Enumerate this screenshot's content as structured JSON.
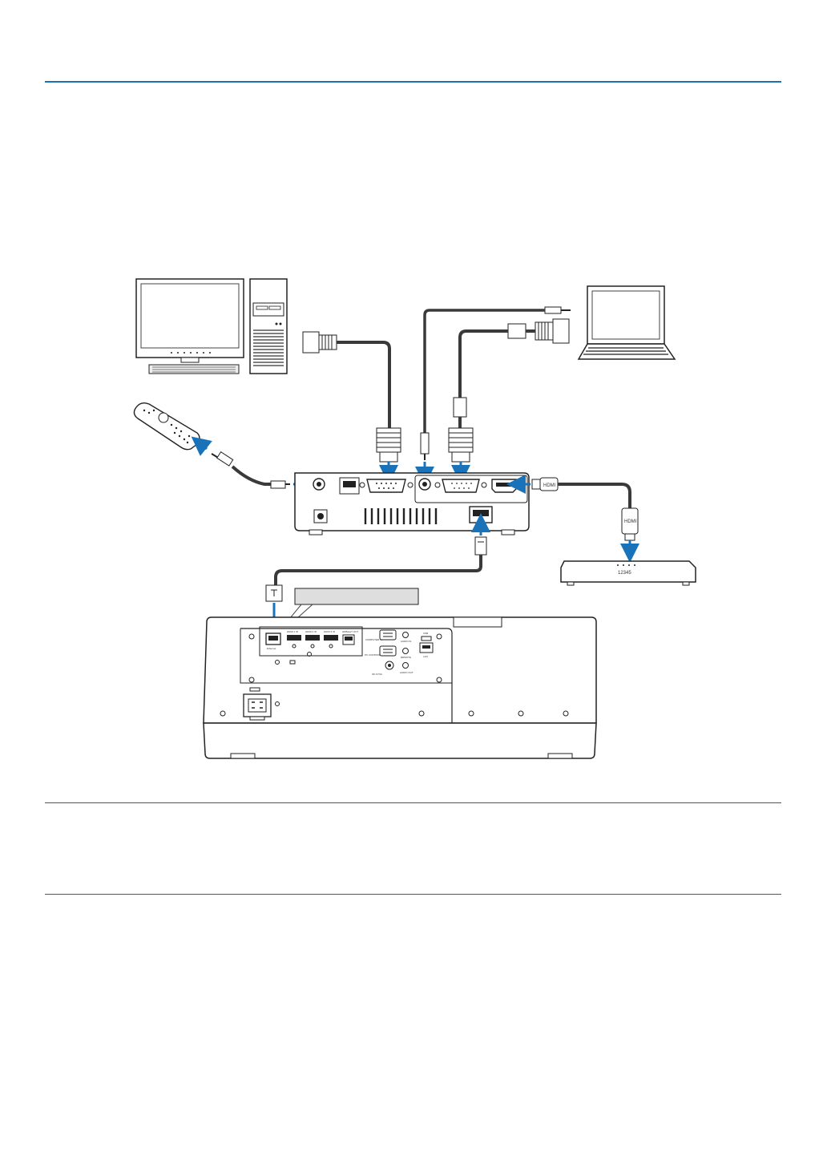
{
  "colors": {
    "accent_rule": "#1f6fb4",
    "arrow": "#1a73b8",
    "cable": "#3a3a3a",
    "device_stroke": "#222222",
    "callout_fill": "#dedede"
  },
  "labels": {
    "router": "12345",
    "hdmi_plug": "HDMI",
    "router_plug": "HDMI",
    "proj_ethernet": "Ethernet",
    "proj_hdmi1": "HDMI 1 IN",
    "proj_hdmi2": "HDMI 2 IN",
    "proj_hdmi3": "HDMI 3 IN",
    "proj_hdbaset": "HDBaseT OUT",
    "proj_computer": "COMPUTER IN",
    "proj_pc_control": "PC CONTROL",
    "proj_audio_in": "AUDIO IN",
    "proj_remote": "REMOTE",
    "proj_usb": "USB",
    "proj_lan": "LAN",
    "proj_3d_sync": "3D SYNC",
    "proj_audio_out": "AUDIO OUT"
  }
}
